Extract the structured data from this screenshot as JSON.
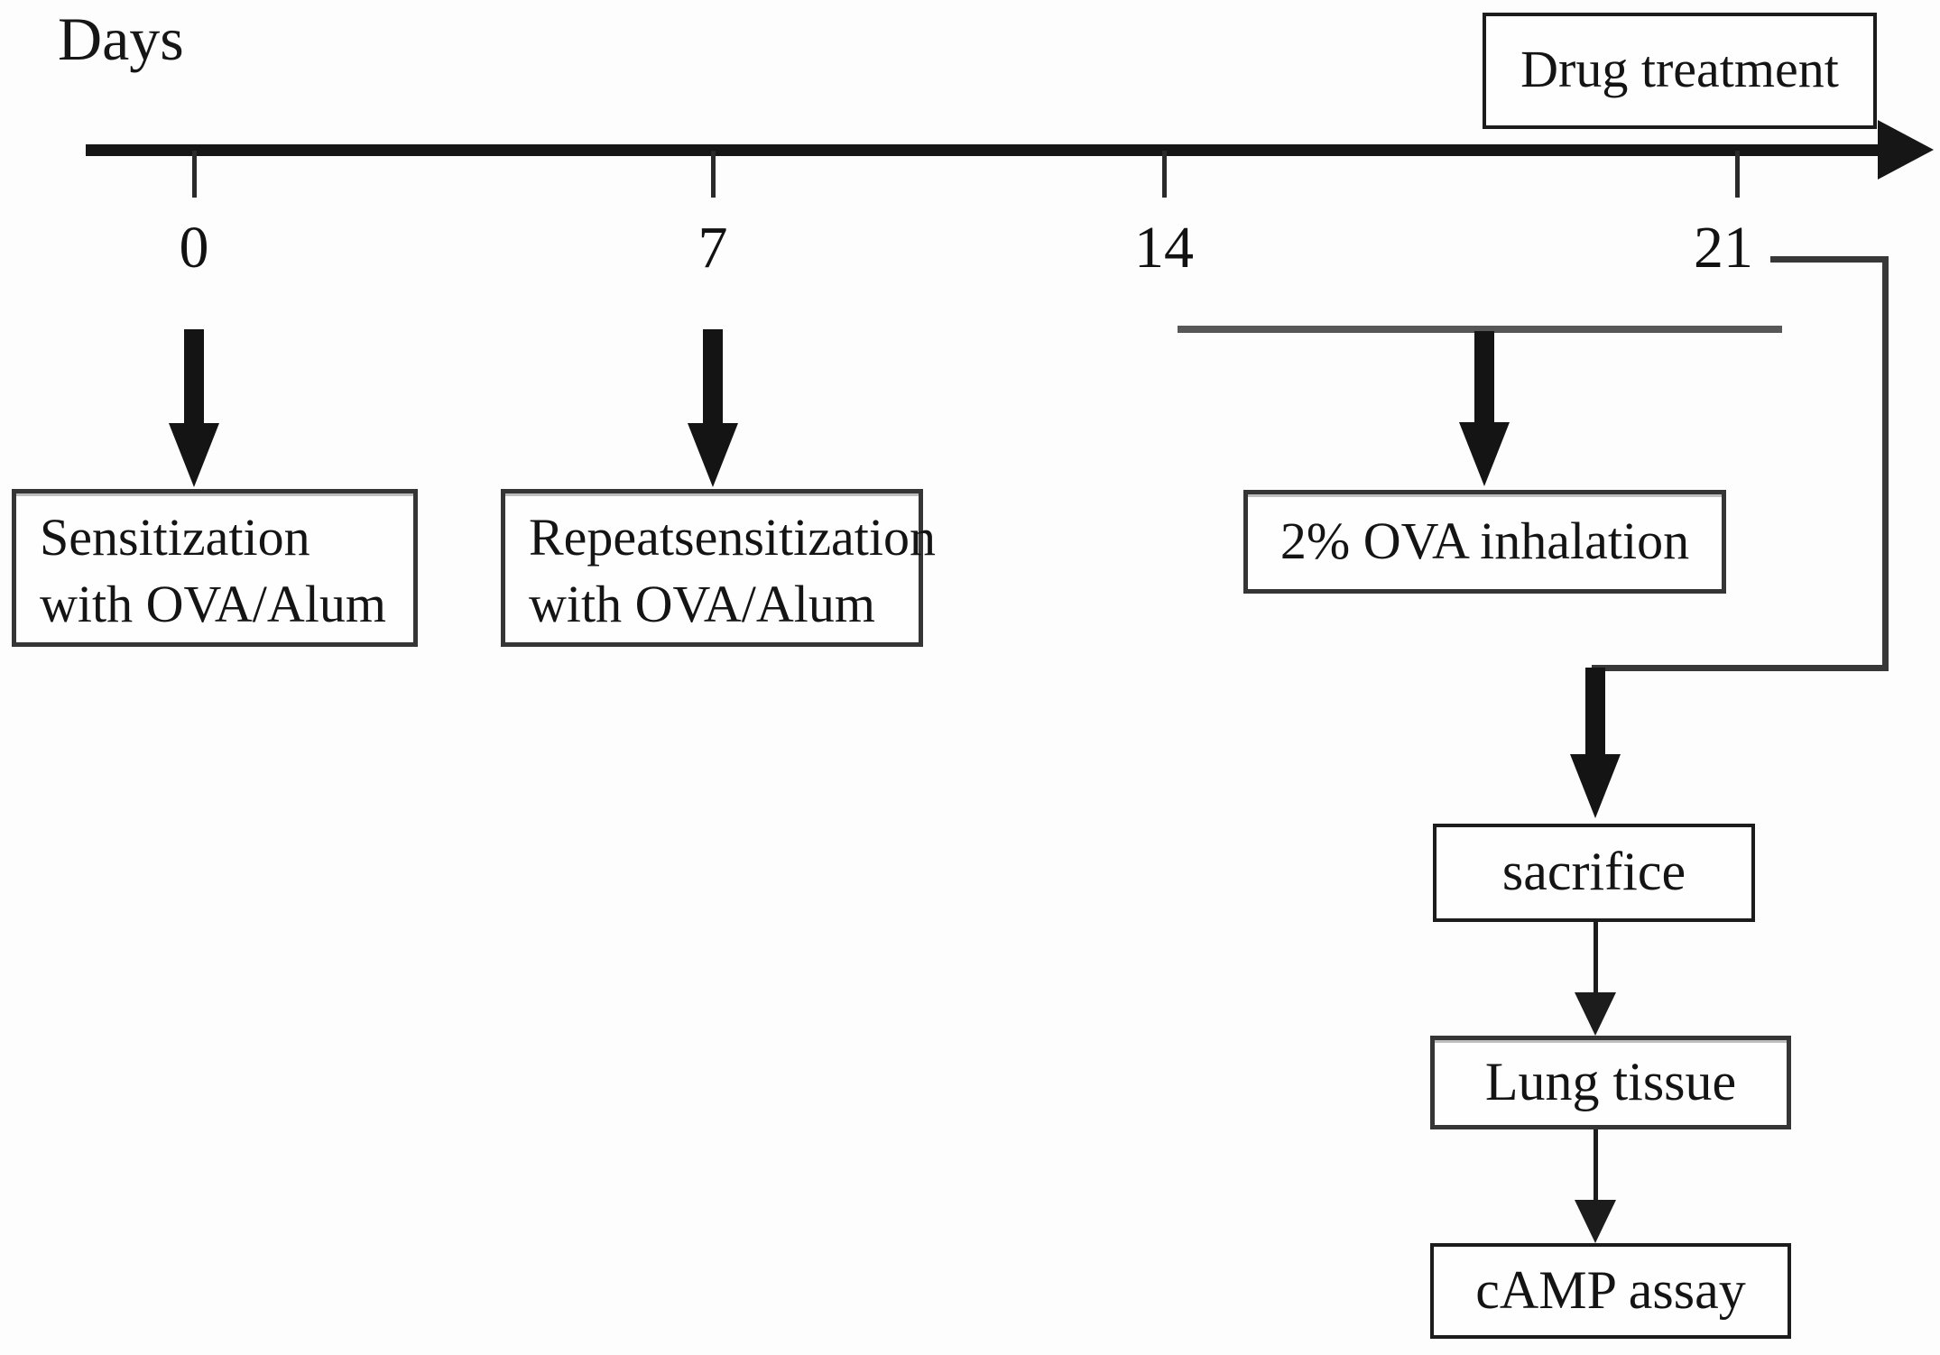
{
  "figure": {
    "axis_label": "Days",
    "drug_treatment_label": "Drug treatment",
    "tick_labels": [
      "0",
      "7",
      "14",
      "21"
    ],
    "timeline": {
      "unit": "days",
      "tick_values": [
        0,
        7,
        14,
        21
      ],
      "events": [
        {
          "day": 0,
          "label": "Sensitization with OVA/Alum"
        },
        {
          "day": 7,
          "label": "Repeat sensitization with OVA/Alum"
        },
        {
          "day_range": "14-21",
          "label": "2% OVA inhalation"
        },
        {
          "day": 21,
          "sequence": [
            "sacrifice",
            "Lung tissue",
            "cAMP assay"
          ]
        }
      ]
    },
    "boxes": {
      "sensitization": {
        "line1": "Sensitization",
        "line2": "with OVA/Alum"
      },
      "repeat_sensitization": {
        "line1_word1": "Repeat",
        "line1_word2": "sensitization",
        "line2": "with OVA/Alum"
      },
      "ova_inhalation": "2% OVA inhalation",
      "sacrifice": "sacrifice",
      "lung_tissue": "Lung tissue",
      "camp_assay": "cAMP assay"
    },
    "colors": {
      "ink": "#161616",
      "box_border": "#353535",
      "period_line_gray": "#575757",
      "background": "#fdfdfd"
    }
  }
}
